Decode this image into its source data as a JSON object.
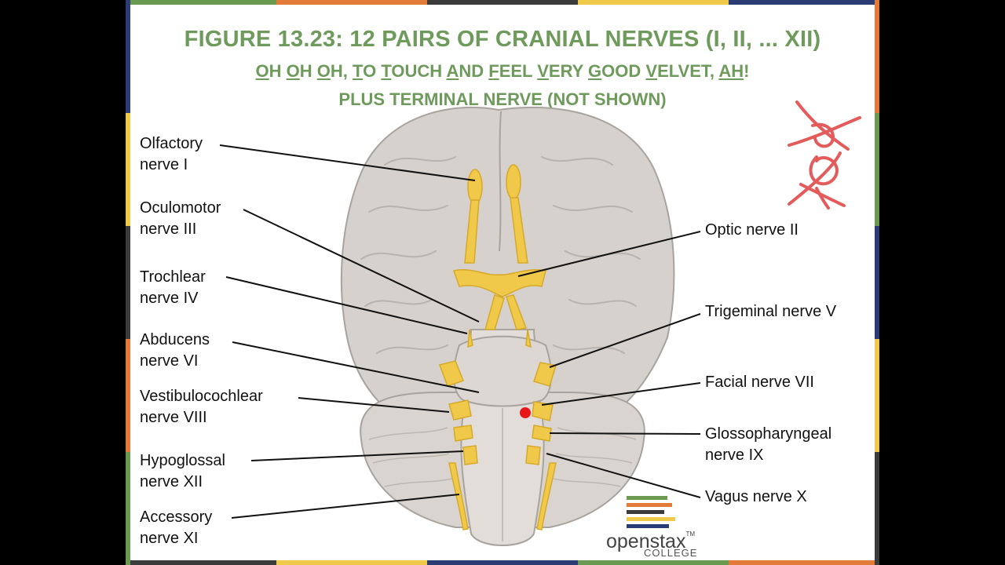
{
  "slide": {
    "title": "FIGURE 13.23: 12 PAIRS OF CRANIAL NERVES (I, II, ... XII)",
    "mnemonic_segments": [
      {
        "text": "O",
        "u": true
      },
      {
        "text": "H ",
        "u": false
      },
      {
        "text": "O",
        "u": true
      },
      {
        "text": "H ",
        "u": false
      },
      {
        "text": "O",
        "u": true
      },
      {
        "text": "H, ",
        "u": false
      },
      {
        "text": "T",
        "u": true
      },
      {
        "text": "O ",
        "u": false
      },
      {
        "text": "T",
        "u": true
      },
      {
        "text": "OUCH ",
        "u": false
      },
      {
        "text": "A",
        "u": true
      },
      {
        "text": "ND ",
        "u": false
      },
      {
        "text": "F",
        "u": true
      },
      {
        "text": "EEL ",
        "u": false
      },
      {
        "text": "V",
        "u": true
      },
      {
        "text": "ERY ",
        "u": false
      },
      {
        "text": "G",
        "u": true
      },
      {
        "text": "OOD ",
        "u": false
      },
      {
        "text": "V",
        "u": true
      },
      {
        "text": "ELVET, ",
        "u": false
      },
      {
        "text": "AH",
        "u": true
      },
      {
        "text": "!",
        "u": false
      }
    ],
    "note": "PLUS TERMINAL NERVE (NOT SHOWN)"
  },
  "labels_left": [
    {
      "id": "olfactory",
      "line1": "Olfactory",
      "line2": "nerve I"
    },
    {
      "id": "oculomotor",
      "line1": "Oculomotor",
      "line2": "nerve III"
    },
    {
      "id": "trochlear",
      "line1": "Trochlear",
      "line2": "nerve IV"
    },
    {
      "id": "abducens",
      "line1": "Abducens",
      "line2": "nerve VI"
    },
    {
      "id": "vestibulocochlear",
      "line1": "Vestibulocochlear",
      "line2": "nerve VIII"
    },
    {
      "id": "hypoglossal",
      "line1": "Hypoglossal",
      "line2": "nerve XII"
    },
    {
      "id": "accessory",
      "line1": "Accessory",
      "line2": "nerve XI"
    }
  ],
  "labels_right": [
    {
      "id": "optic",
      "line1": "Optic nerve II",
      "line2": ""
    },
    {
      "id": "trigeminal",
      "line1": "Trigeminal nerve V",
      "line2": ""
    },
    {
      "id": "facial",
      "line1": "Facial nerve VII",
      "line2": ""
    },
    {
      "id": "glossopharyngeal",
      "line1": "Glossopharyngeal",
      "line2": "nerve IX"
    },
    {
      "id": "vagus",
      "line1": "Vagus nerve X",
      "line2": ""
    }
  ],
  "logo": {
    "name": "openstax",
    "tm": "TM",
    "sub": "COLLEGE"
  },
  "colors": {
    "title_green": "#6e9a5c",
    "nerve_yellow": "#f0c94a",
    "brain_gray": "#d6d1cc",
    "annotation_red": "#e35b5b",
    "pointer_dot": "#e81818"
  }
}
